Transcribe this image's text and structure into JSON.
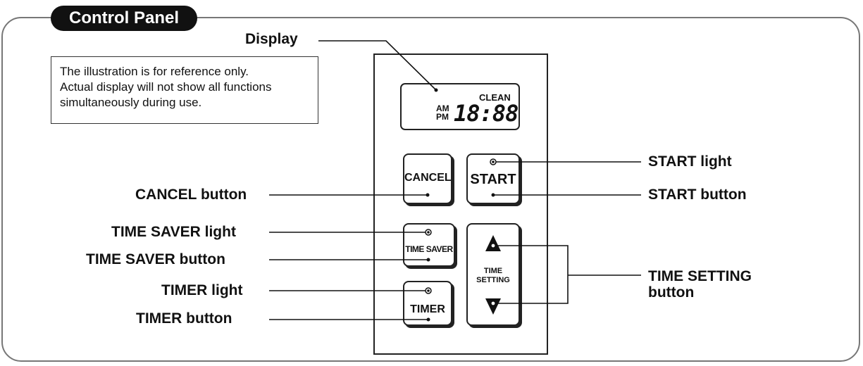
{
  "title": "Control Panel",
  "note": {
    "lines": [
      "The illustration is for reference only.",
      "Actual display will not show all functions",
      "simultaneously during use."
    ]
  },
  "display": {
    "clean": "CLEAN",
    "am": "AM",
    "pm": "PM",
    "digits": "18:88"
  },
  "buttons": {
    "cancel": "CANCEL",
    "start": "START",
    "time_saver": "TIME SAVER",
    "timer": "TIMER",
    "time_setting_line1": "TIME",
    "time_setting_line2": "SETTING"
  },
  "callouts": {
    "display": "Display",
    "start_light": "START light",
    "start_button": "START button",
    "cancel_button": "CANCEL button",
    "time_saver_light": "TIME SAVER light",
    "time_saver_button": "TIME SAVER button",
    "timer_light": "TIMER light",
    "timer_button": "TIMER button",
    "time_setting_line1": "TIME SETTING",
    "time_setting_line2": "button"
  }
}
